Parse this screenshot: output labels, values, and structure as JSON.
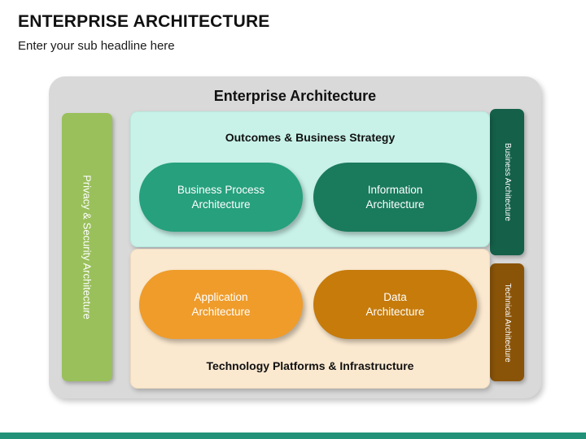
{
  "header": {
    "title": "ENTERPRISE ARCHITECTURE",
    "subtitle": "Enter your sub headline here"
  },
  "diagram": {
    "frame_title": "Enterprise Architecture",
    "left_band": {
      "label": "Privacy & Security Architecture",
      "color": "#9ac05b"
    },
    "side_tabs": [
      {
        "label": "Business Architecture",
        "color": "#146049"
      },
      {
        "label": "Technical Architecture",
        "color": "#8a5408"
      }
    ],
    "layers": [
      {
        "heading": "Outcomes & Business Strategy",
        "background": "#c8f2e8",
        "pills": [
          {
            "line1": "Business Process",
            "line2": "Architecture",
            "color": "#26a07d"
          },
          {
            "line1": "Information",
            "line2": "Architecture",
            "color": "#1a7a5c"
          }
        ]
      },
      {
        "heading": "Technology Platforms & Infrastructure",
        "background": "#fae8cf",
        "pills": [
          {
            "line1": "Application",
            "line2": "Architecture",
            "color": "#ef9c2b"
          },
          {
            "line1": "Data",
            "line2": "Architecture",
            "color": "#c67b0b"
          }
        ]
      }
    ]
  },
  "accent": {
    "color": "#229178"
  }
}
